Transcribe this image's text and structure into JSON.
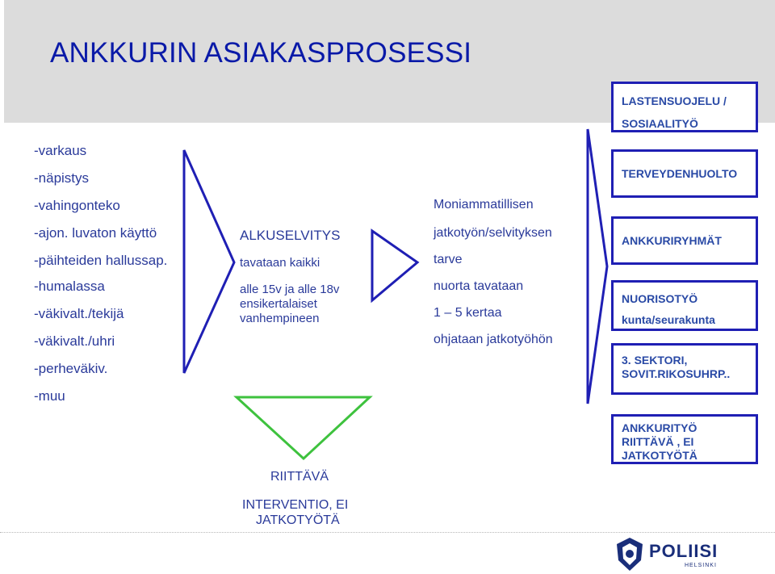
{
  "title": "ANKKURIN ASIAKASPROSESSI",
  "offences": [
    "-varkaus",
    "-näpistys",
    "-vahingonteko",
    "-ajon. luvaton käyttö",
    "-päihteiden hallussap.",
    "-humalassa",
    "-väkivalt./tekijä",
    "-väkivalt./uhri",
    "-perheväkiv.",
    "-muu"
  ],
  "initial": {
    "heading": "ALKUSELVITYS",
    "line1": "tavataan kaikki",
    "line2": "alle 15v ja alle 18v",
    "line3": "ensikertalaiset",
    "line4": "vanhempineen"
  },
  "sufficient": {
    "line1": "RIITTÄVÄ",
    "line2": "INTERVENTIO, EI",
    "line3": "JATKOTYÖTÄ"
  },
  "multi": {
    "line1": "Moniammatillisen",
    "line2": "jatkotyön/selvityksen",
    "line3": "tarve",
    "line4": "nuorta tavataan",
    "line5": "1 – 5 kertaa",
    "line6": "ohjataan jatkotyöhön"
  },
  "targets": {
    "child_welfare_1": "LASTENSUOJELU /",
    "child_welfare_2": "SOSIAALITYÖ",
    "health": "TERVEYDENHUOLTO",
    "anchor_groups": "ANKKURIRYHMÄT",
    "youth_1": "NUORISOTYÖ",
    "youth_2": "kunta/seurakunta",
    "third_1": "3. SEKTORI,",
    "third_2": "SOVIT.RIKOSUHRP..",
    "anchor_work_1": "ANKKURITYÖ",
    "anchor_work_2": "RIITTÄVÄ , EI",
    "anchor_work_3": "JATKOTYÖTÄ"
  },
  "logo": {
    "name": "POLIISI",
    "city": "HELSINKI"
  },
  "colors": {
    "title": "#0a1aa8",
    "text": "#2a3a9a",
    "arrow_blue": "#1f1fb4",
    "arrow_green": "#3ec23e",
    "box_border": "#1f1fb4",
    "box_text": "#2a4aa6",
    "band": "#dcdcdc"
  }
}
